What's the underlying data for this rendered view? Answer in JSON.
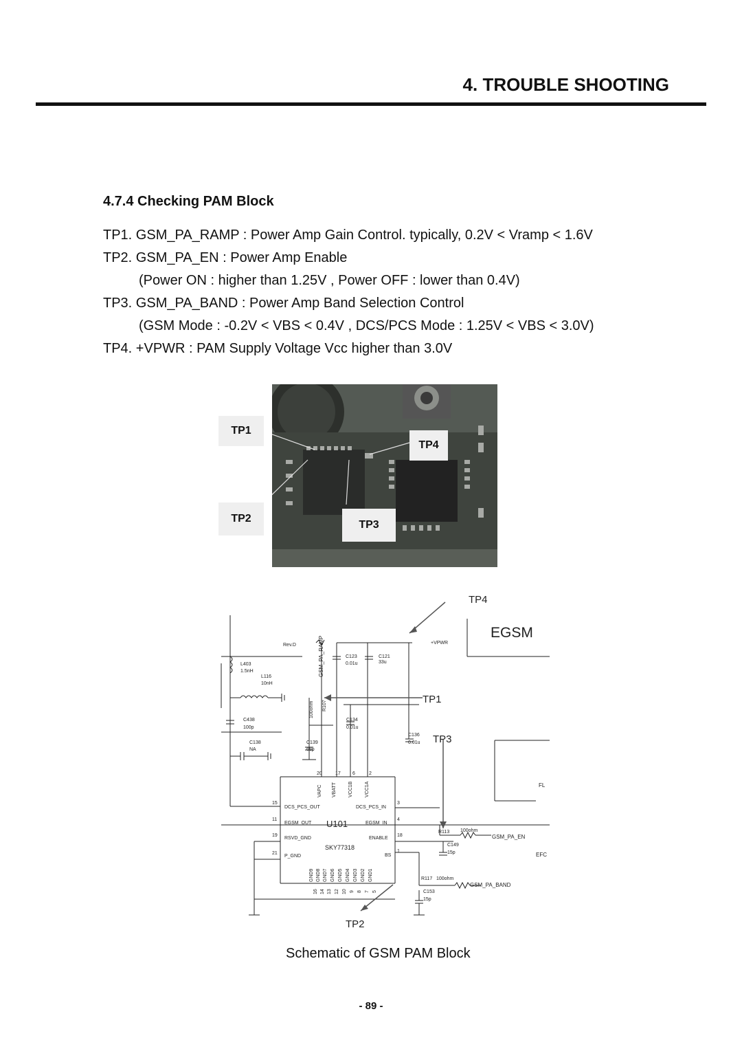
{
  "header": {
    "title": "4. TROUBLE SHOOTING"
  },
  "section": {
    "title": "4.7.4 Checking PAM Block",
    "lines": [
      "TP1. GSM_PA_RAMP : Power Amp Gain Control. typically, 0.2V < Vramp < 1.6V",
      "TP2. GSM_PA_EN : Power Amp Enable",
      "(Power ON : higher than 1.25V , Power OFF : lower than 0.4V)",
      "TP3. GSM_PA_BAND : Power Amp Band Selection Control",
      "(GSM Mode : -0.2V < VBS < 0.4V , DCS/PCS Mode : 1.25V < VBS < 3.0V)",
      "TP4. +VPWR : PAM Supply Voltage Vcc higher than 3.0V"
    ]
  },
  "photo": {
    "tp1": "TP1",
    "tp2": "TP2",
    "tp3": "TP3",
    "tp4": "TP4"
  },
  "schematic": {
    "tp1": "TP1",
    "tp2": "TP2",
    "tp3": "TP3",
    "tp4": "TP4",
    "egsm": "EGSM",
    "vpwr": "+VPWR",
    "gsm_pa_ramp": "GSM_PA_RAMP",
    "gsm_pa_en": "GSM_PA_EN",
    "gsm_pa_band": "GSM_PA_BAND",
    "revd": "Rev.D",
    "l403": "L403",
    "l403v": "1.5nH",
    "l116": "L116",
    "l116v": "10nH",
    "c438": "C438",
    "c438v": "100p",
    "c138": "C138",
    "c138v": "NA",
    "c139": "C139",
    "c139v": "68p",
    "r107": "R107",
    "r107v": "100ohm",
    "c123": "C123",
    "c123v": "0.01u",
    "c121": "C121",
    "c121v": "33u",
    "c134": "C134",
    "c134v": "0.01u",
    "c136": "C136",
    "c136v": "0.01u",
    "r113": "R113",
    "r113v": "100ohm",
    "c149": "C149",
    "c149v": "15p",
    "r117": "R117",
    "r117v": "100ohm",
    "c153": "C153",
    "c153v": "15p",
    "fl": "FL",
    "efc": "EFC",
    "u101": "U101",
    "sky": "SKY77318",
    "pins_top": [
      "VAPC",
      "VBATT",
      "VCC1B",
      "VCC1A"
    ],
    "pins_top_num": [
      "20",
      "17",
      "6",
      "2"
    ],
    "left_pins": [
      "DCS_PCS_OUT",
      "EGSM_OUT",
      "RSVD_GND",
      "P_GND"
    ],
    "left_nums": [
      "15",
      "11",
      "19",
      "21"
    ],
    "right_pins": [
      "DCS_PCS_IN",
      "EGSM_IN",
      "ENABLE",
      "BS"
    ],
    "right_nums": [
      "3",
      "4",
      "18",
      "1"
    ],
    "gnd_pins": [
      "GND9",
      "GND8",
      "GND7",
      "GND6",
      "GND5",
      "GND4",
      "GND3",
      "GND2",
      "GND1"
    ],
    "gnd_nums": [
      "16",
      "14",
      "13",
      "12",
      "10",
      "9",
      "8",
      "7",
      "5"
    ]
  },
  "caption": "Schematic of GSM PAM Block",
  "page_number": "- 89 -"
}
